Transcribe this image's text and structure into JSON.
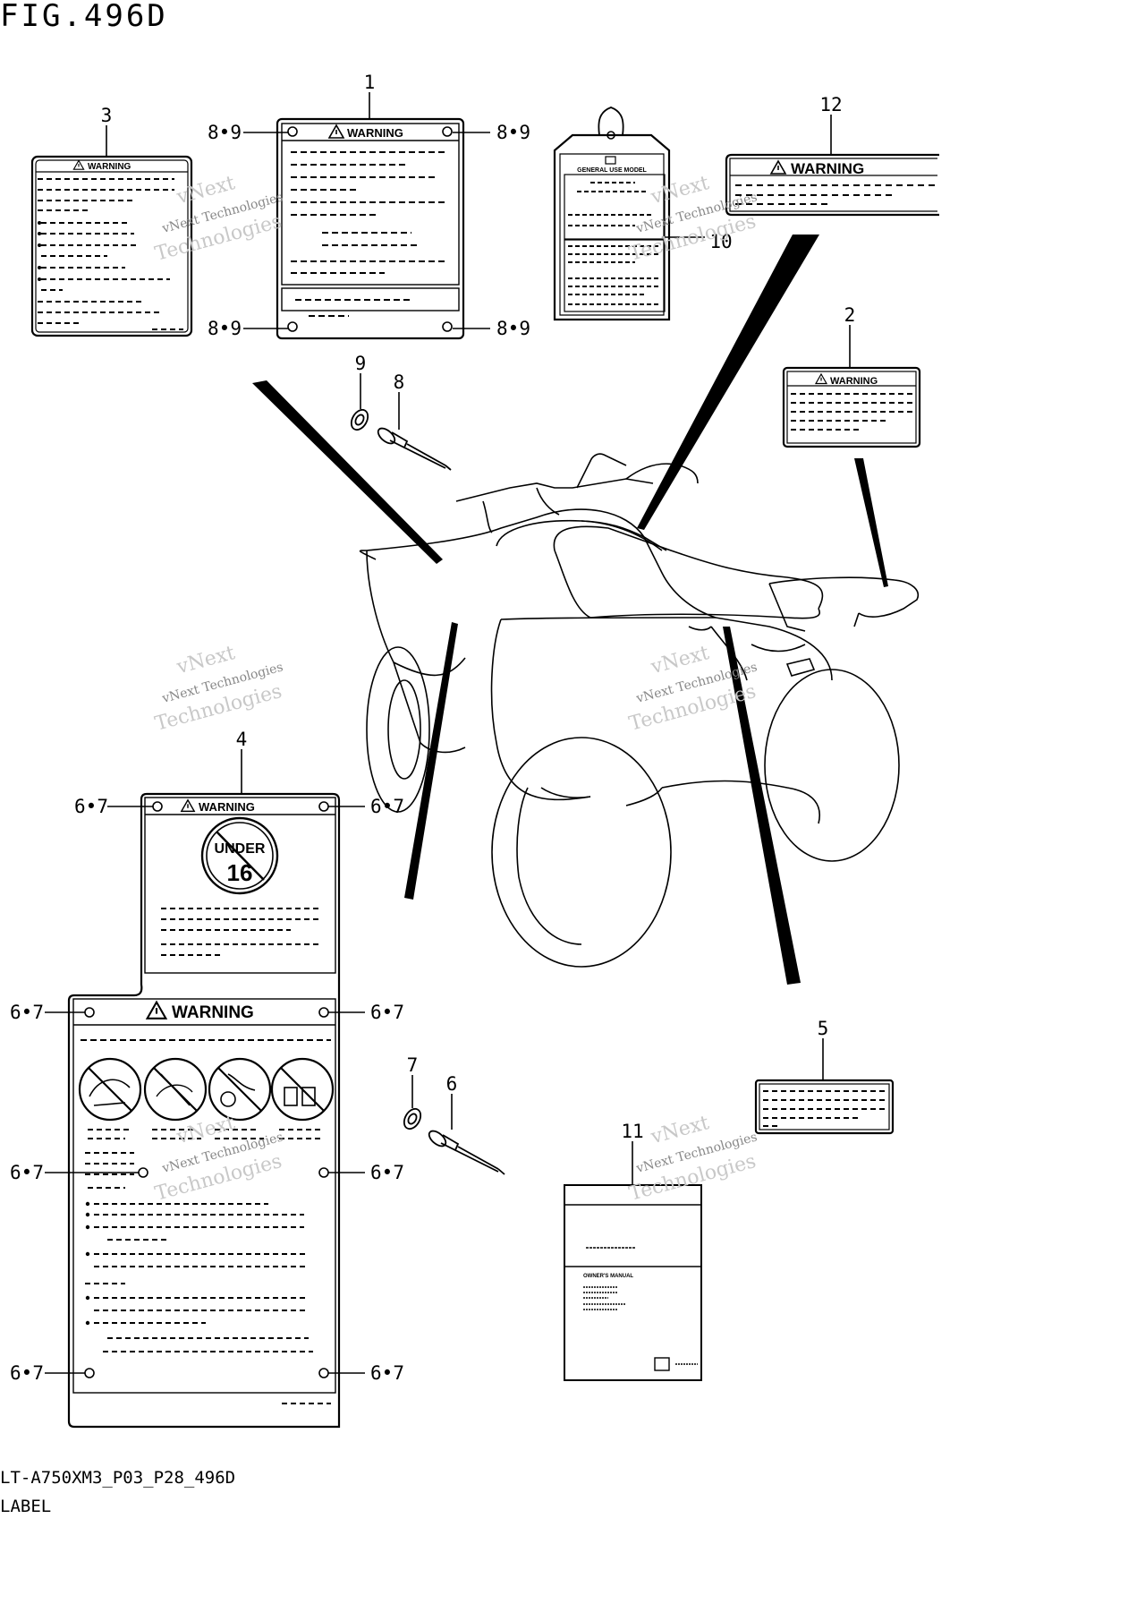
{
  "figure": {
    "title": "FIG.496D",
    "model_code": "LT-A750XM3_P03_P28_496D",
    "section": "LABEL"
  },
  "callouts": {
    "c1": "1",
    "c2": "2",
    "c3": "3",
    "c4": "4",
    "c5": "5",
    "c6": "6",
    "c7": "7",
    "c8": "8",
    "c9": "9",
    "c10": "10",
    "c11": "11",
    "c12": "12",
    "pair89": "8•9",
    "pair67": "6•7"
  },
  "label_texts": {
    "warning": "WARNING",
    "under": "UNDER",
    "age": "16",
    "general_use_model": "GENERAL USE MODEL",
    "owners_manual": "OWNER'S MANUAL"
  },
  "watermark": {
    "line1": "vNext",
    "line2": "vNext Technologies",
    "line3": "Technologies"
  }
}
